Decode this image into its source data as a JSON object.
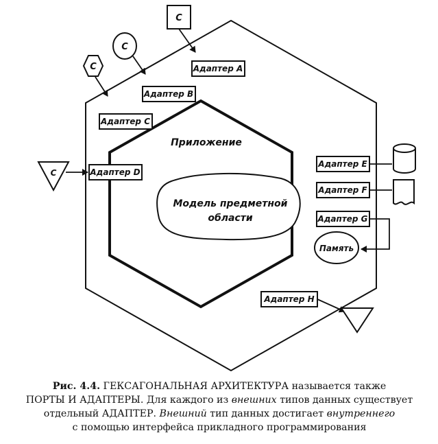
{
  "diagram": {
    "application_label": "Приложение",
    "domain_model_label_1": "Модель предметной",
    "domain_model_label_2": "области",
    "memory_label": "Память",
    "client_label": "C",
    "adapters": {
      "a": "Адаптер A",
      "b": "Адаптер B",
      "c": "Адаптер C",
      "d": "Адаптер D",
      "e": "Адаптер E",
      "f": "Адаптер F",
      "g": "Адаптер G",
      "h": "Адаптер H"
    }
  },
  "caption": {
    "fig_number": "Рис. 4.4.",
    "l1_title": " ГЕКСАГОНАЛЬНАЯ АРХИТЕКТУРА",
    "l1_rest": " называется также",
    "l2_a": "ПОРТЫ И АДАПТЕРЫ. Для каждого из ",
    "l2_em": "внешних",
    "l2_b": " типов данных существует",
    "l3_a": "отдельный АДАПТЕР. ",
    "l3_em1": "Внешний",
    "l3_b": " тип данных достигает ",
    "l3_em2": "внутреннего",
    "l4": "с помощью интерфейса прикладного программирования"
  }
}
